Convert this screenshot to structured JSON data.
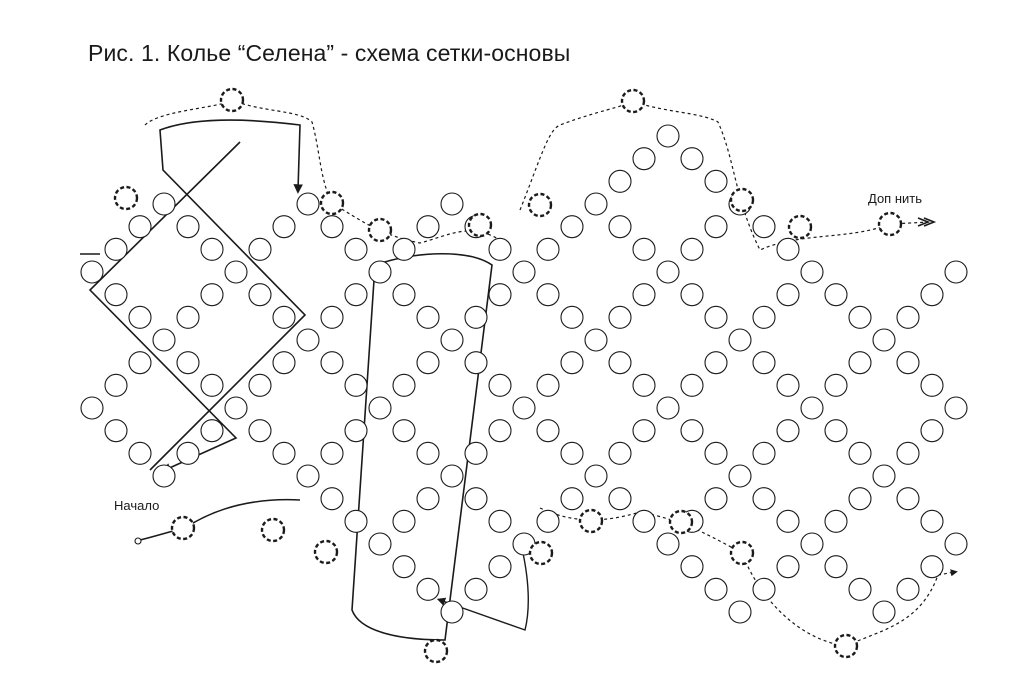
{
  "title": "Рис. 1. Колье “Селена” - схема сетки-основы",
  "labels": {
    "start": "Начало",
    "extra_thread": "Доп нить"
  },
  "colors": {
    "bead_stroke": "#1a1a1a",
    "thread": "#1a1a1a",
    "background": "#ffffff"
  }
}
